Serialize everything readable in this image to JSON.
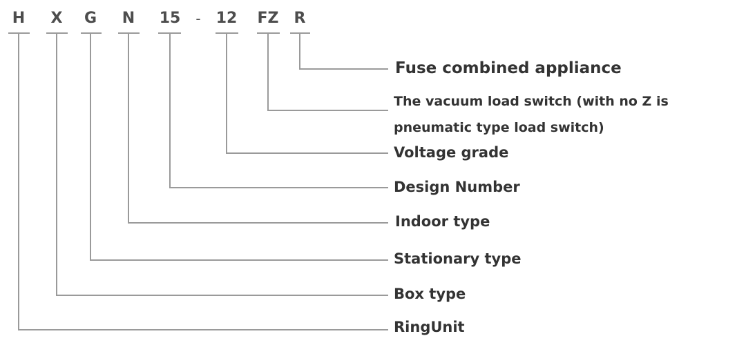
{
  "model_code": {
    "segments": [
      {
        "id": "H",
        "text": "H"
      },
      {
        "id": "X",
        "text": "X"
      },
      {
        "id": "G",
        "text": "G"
      },
      {
        "id": "N",
        "text": "N"
      },
      {
        "id": "15",
        "text": "15"
      },
      {
        "id": "dash",
        "text": "-"
      },
      {
        "id": "12",
        "text": "12"
      },
      {
        "id": "FZ",
        "text": "FZ"
      },
      {
        "id": "R",
        "text": "R"
      }
    ]
  },
  "descriptions": [
    {
      "segment": "R",
      "text": "Fuse combined appliance"
    },
    {
      "segment": "FZ",
      "text": "The vacuum load switch  (with no Z is pneumatic type load switch)"
    },
    {
      "segment": "12",
      "text": "Voltage grade"
    },
    {
      "segment": "15",
      "text": "Design Number"
    },
    {
      "segment": "N",
      "text": "Indoor type"
    },
    {
      "segment": "G",
      "text": "Stationary type"
    },
    {
      "segment": "X",
      "text": "Box type"
    },
    {
      "segment": "H",
      "text": "RingUnit"
    }
  ],
  "colors": {
    "line": "#9a9a9a",
    "code_text": "#4d4d4d",
    "label_text": "#333333"
  }
}
